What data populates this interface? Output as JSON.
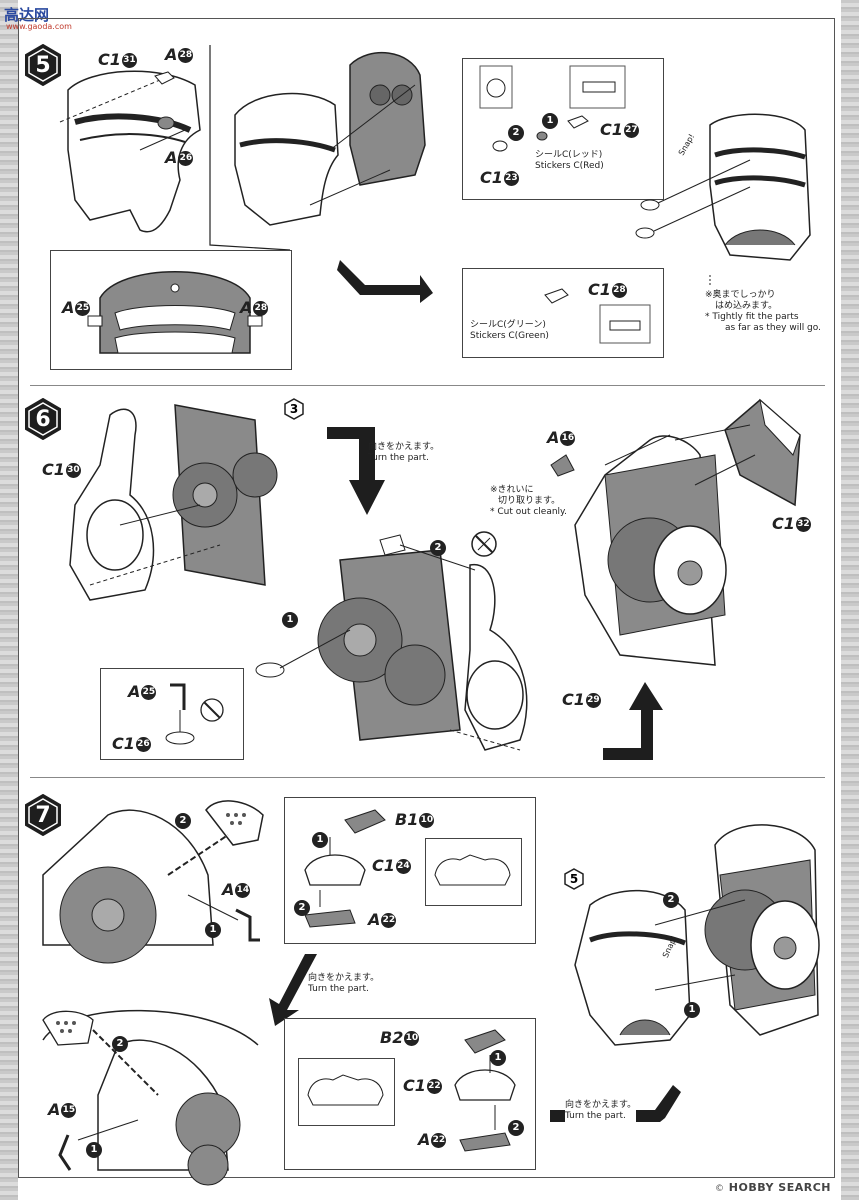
{
  "site_logo": {
    "text": "高达网",
    "sub": "www.gaoda.com"
  },
  "watermark": {
    "copyright": "©",
    "brand": "HOBBY SEARCH"
  },
  "steps": [
    {
      "number": "5"
    },
    {
      "number": "6"
    },
    {
      "number": "7"
    }
  ],
  "step5": {
    "labels": {
      "c1_31": "C1",
      "c1_31_n": "31",
      "a28": "A",
      "a28_n": "28",
      "a26": "A",
      "a26_n": "26",
      "c1_27": "C1",
      "c1_27_n": "27",
      "c1_23": "C1",
      "c1_23_n": "23",
      "c1_28": "C1",
      "c1_28_n": "28",
      "a25": "A",
      "a25_n": "25",
      "a28b": "A",
      "a28b_n": "28"
    },
    "seq": [
      "1",
      "2"
    ],
    "sticker_red": {
      "jp": "シールC(レッド)",
      "en": "Stickers C(Red)"
    },
    "sticker_green": {
      "jp": "シールC(グリーン)",
      "en": "Stickers C(Green)"
    },
    "tight_fit": {
      "jp1": "※奥までしっかり",
      "jp2": "はめ込みます。",
      "en1": "* Tightly fit the parts",
      "en2": "as far as they will go."
    },
    "snap": "Snap!"
  },
  "step6": {
    "ref_step": "3",
    "turn": {
      "jp": "向きをかえます。",
      "en": "Turn the part."
    },
    "labels": {
      "c1_30": "C1",
      "c1_30_n": "30",
      "a16": "A",
      "a16_n": "16",
      "c1_32": "C1",
      "c1_32_n": "32",
      "c1_29": "C1",
      "c1_29_n": "29",
      "a25": "A",
      "a25_n": "25",
      "c1_26": "C1",
      "c1_26_n": "26"
    },
    "cut_note": {
      "jp1": "※きれいに",
      "jp2": "切り取ります。",
      "en": "* Cut out cleanly."
    },
    "seq": [
      "1",
      "2"
    ]
  },
  "step7": {
    "ref_step": "5",
    "turn1": {
      "jp": "向きをかえます。",
      "en": "Turn the part."
    },
    "turn2": {
      "jp": "向きをかえます。",
      "en": "Turn the part."
    },
    "labels": {
      "a14": "A",
      "a14_n": "14",
      "b1_10": "B1",
      "b1_10_n": "10",
      "c1_24": "C1",
      "c1_24_n": "24",
      "a22": "A",
      "a22_n": "22",
      "a15": "A",
      "a15_n": "15",
      "b2_10": "B2",
      "b2_10_n": "10",
      "c1_22": "C1",
      "c1_22_n": "22",
      "a22b": "A",
      "a22b_n": "22"
    },
    "seq": [
      "1",
      "2"
    ],
    "snap": "Snap!"
  },
  "colors": {
    "ink": "#222222",
    "part_white": "#ffffff",
    "part_gray": "#8a8a8a",
    "badge": "#1e1e1e"
  }
}
